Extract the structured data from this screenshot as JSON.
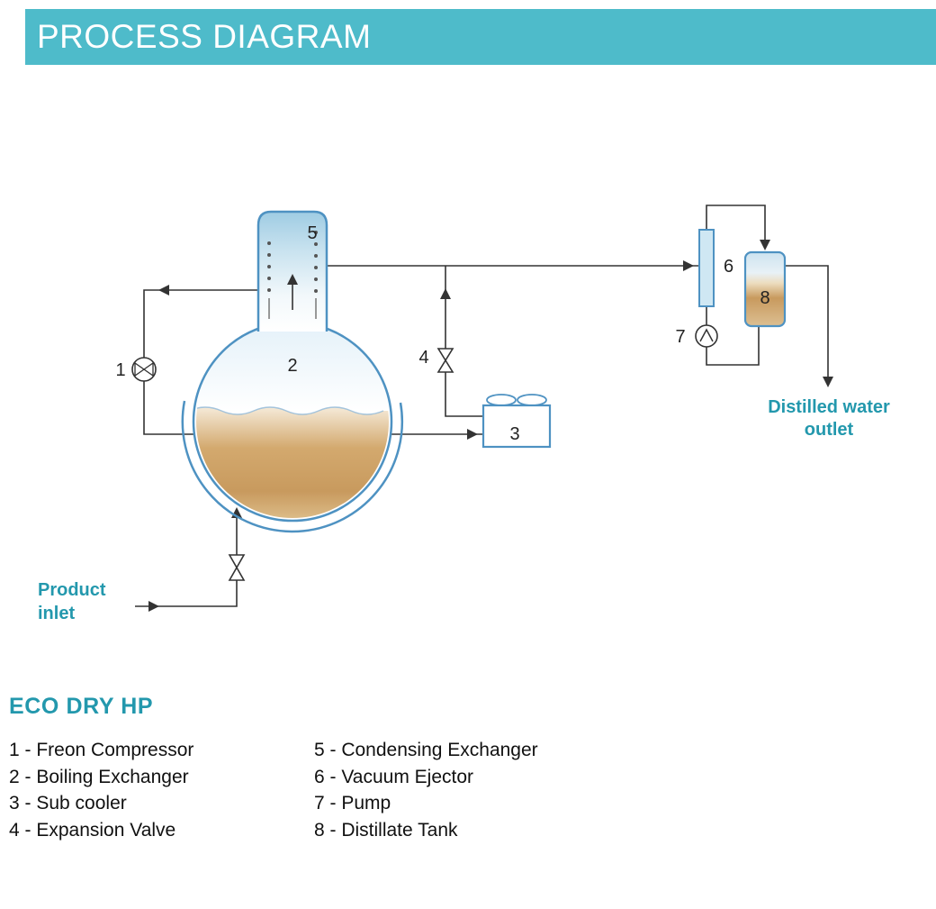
{
  "header": {
    "title": "PROCESS DIAGRAM"
  },
  "diagram": {
    "numbers": {
      "n1": "1",
      "n2": "2",
      "n3": "3",
      "n4": "4",
      "n5": "5",
      "n6": "6",
      "n7": "7",
      "n8": "8"
    },
    "labels": {
      "product_inlet": [
        "Product",
        "inlet"
      ],
      "distilled_outlet": [
        "Distilled water",
        "outlet"
      ]
    }
  },
  "legend": {
    "title": "ECO DRY HP",
    "left": [
      "1 - Freon Compressor",
      "2 - Boiling Exchanger",
      "3 - Sub cooler",
      "4 - Expansion Valve"
    ],
    "right": [
      "5 - Condensing Exchanger",
      "6 - Vacuum Ejector",
      "7 - Pump",
      "8 - Distillate Tank"
    ]
  },
  "colors": {
    "header_bg": "#4ebbca",
    "accent_teal": "#2398ad",
    "vessel_stroke": "#4e92c2",
    "liquid_tan": "#c89a5e",
    "light_blue_fill": "#cfe7f3",
    "pipe_line": "#333333"
  }
}
